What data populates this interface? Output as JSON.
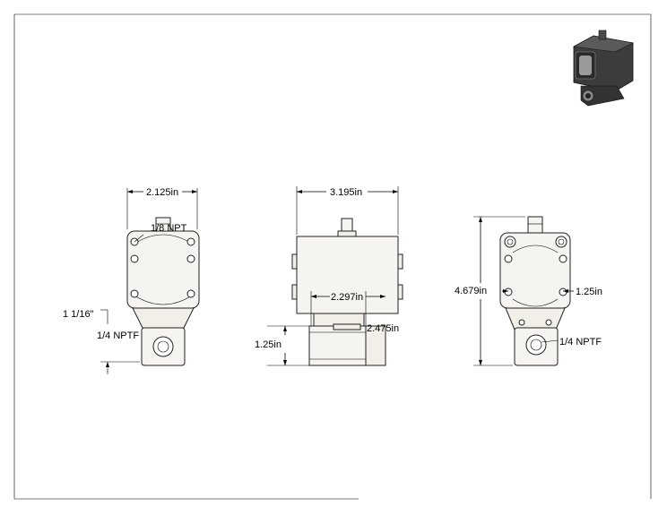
{
  "dimensions": {
    "front_width": "2.125in",
    "port_top": "1/8 NPT",
    "offset": "1 1/16\"",
    "port_left": "1/4 NPTF",
    "side_width": "3.195in",
    "side_inner": "2.297in",
    "side_depth": "2.475in",
    "side_body_height": "1.25in",
    "rear_height": "4.679in",
    "rear_side": "1.25in",
    "port_right": "1/4 NPTF"
  },
  "colors": {
    "line": "#000000",
    "part_fill": "#f6f4f0",
    "actuator_dark": "#3a3a3a"
  },
  "icons": [
    "isometric-preview-icon"
  ]
}
